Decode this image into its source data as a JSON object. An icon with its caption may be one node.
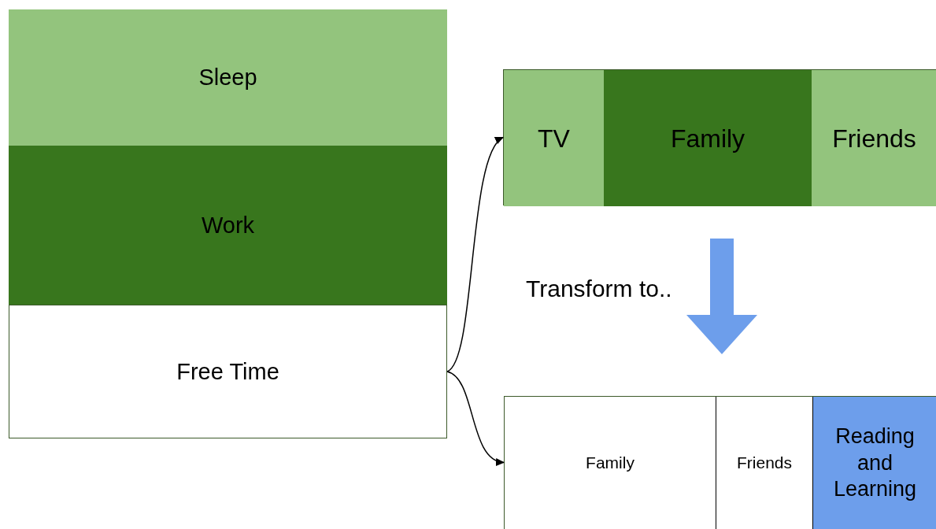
{
  "diagram": {
    "nodes": [
      {
        "text": [
          "Sleep"
        ]
      },
      {
        "text": [
          "Work"
        ]
      },
      {
        "text": [
          "Free Time"
        ]
      },
      {
        "text": [],
        "shape": "box"
      },
      {
        "text": [
          "TV"
        ],
        "in": 3
      },
      {
        "text": [
          "Family"
        ],
        "in": 3
      },
      {
        "text": [
          "Friends"
        ],
        "in": 3
      },
      {
        "text": [],
        "shape": "box"
      },
      {
        "text": [
          "Family"
        ],
        "in": 7
      },
      {
        "text": [
          "Friends"
        ],
        "in": 7
      },
      {
        "text": [
          "Reading and Learning"
        ],
        "in": 7
      }
    ],
    "edges": [
      {
        "from": 2,
        "to": 4,
        "arrow": "to"
      },
      {
        "from": 2,
        "to": 8,
        "arrow": "to"
      },
      {
        "from": 3,
        "to": 7,
        "arrow": "to",
        "label": "Transform to..",
        "style": "thick",
        "color": "#6d9eeb"
      }
    ]
  }
}
